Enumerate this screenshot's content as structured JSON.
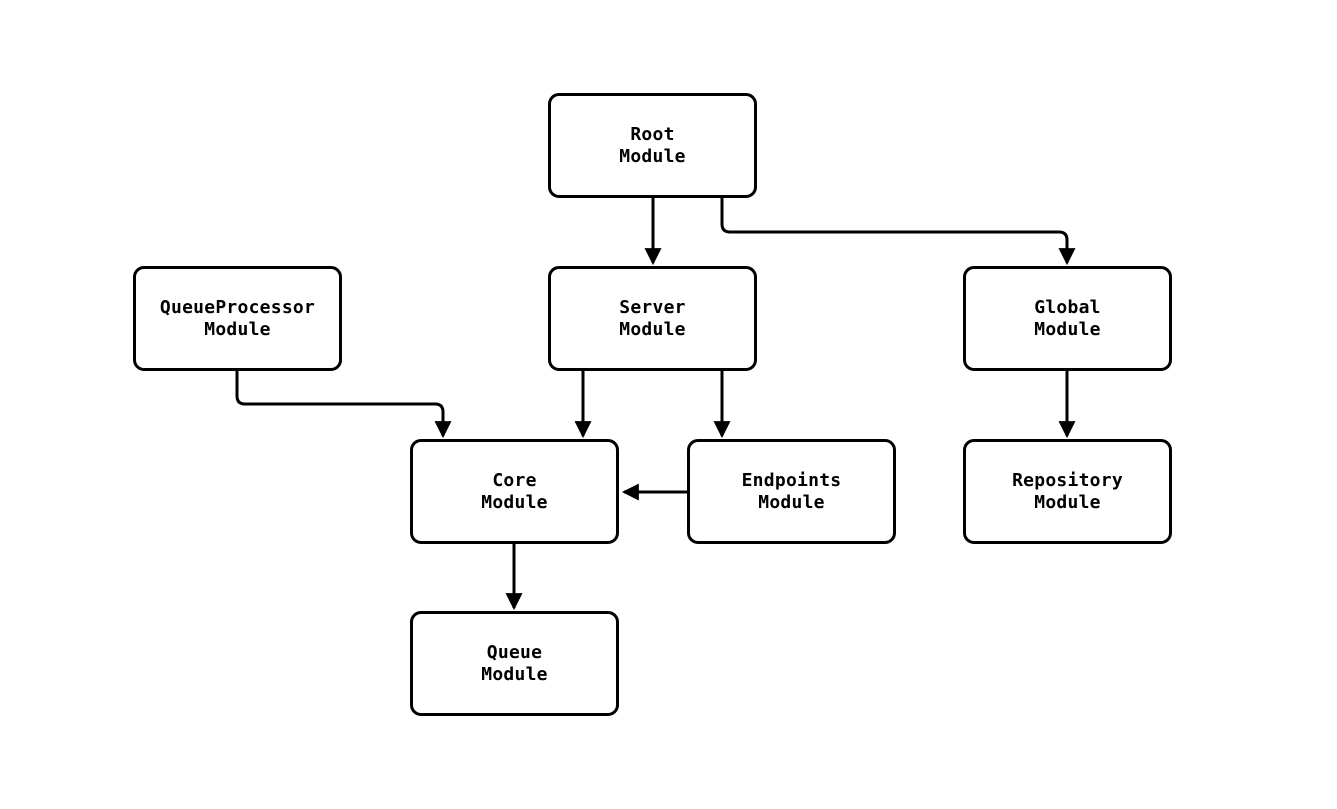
{
  "diagram": {
    "type": "module-dependency-flowchart",
    "colors": {
      "background": "#ffffff",
      "node_fill": "#ffffff",
      "node_border": "#000000",
      "text": "#000000",
      "arrow": "#000000"
    },
    "nodes": {
      "root": {
        "line1": "Root",
        "line2": "Module"
      },
      "queue_processor": {
        "line1": "QueueProcessor",
        "line2": "Module"
      },
      "server": {
        "line1": "Server",
        "line2": "Module"
      },
      "global": {
        "line1": "Global",
        "line2": "Module"
      },
      "core": {
        "line1": "Core",
        "line2": "Module"
      },
      "endpoints": {
        "line1": "Endpoints",
        "line2": "Module"
      },
      "repository": {
        "line1": "Repository",
        "line2": "Module"
      },
      "queue": {
        "line1": "Queue",
        "line2": "Module"
      }
    },
    "edges": [
      {
        "from": "Root Module",
        "to": "Server Module"
      },
      {
        "from": "Root Module",
        "to": "Global Module"
      },
      {
        "from": "QueueProcessor Module",
        "to": "Core Module"
      },
      {
        "from": "Server Module",
        "to": "Core Module"
      },
      {
        "from": "Server Module",
        "to": "Endpoints Module"
      },
      {
        "from": "Endpoints Module",
        "to": "Core Module"
      },
      {
        "from": "Global Module",
        "to": "Repository Module"
      },
      {
        "from": "Core Module",
        "to": "Queue Module"
      }
    ]
  }
}
